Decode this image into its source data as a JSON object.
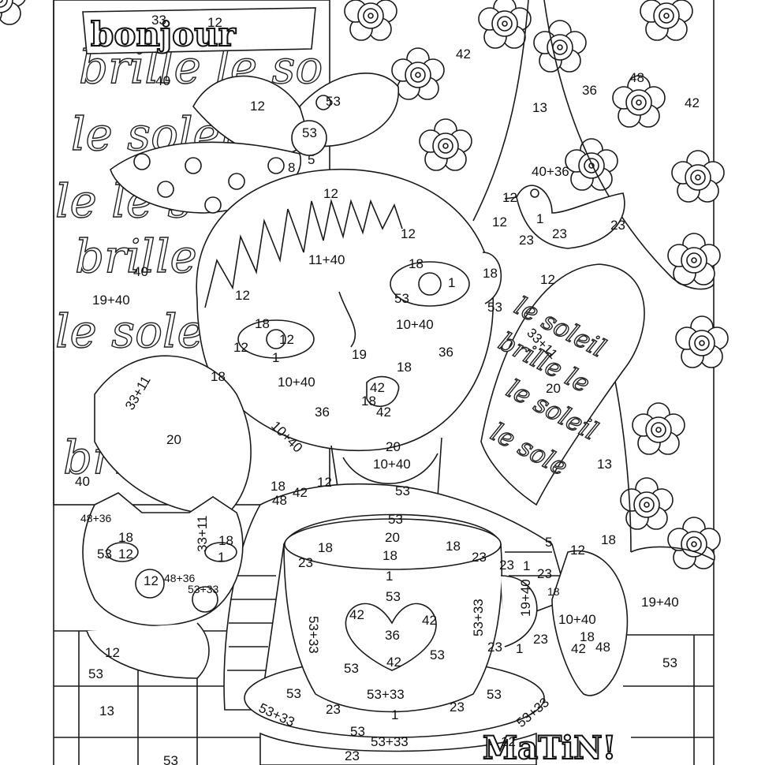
{
  "title": "bonjour",
  "signature": "MaTiN!",
  "script_text": [
    "brille le so",
    "le soleil",
    "le le s",
    "brille",
    "le soleil",
    "brille"
  ],
  "arm_text": [
    "le soleil",
    "brille le",
    "le soleil",
    "le sole"
  ],
  "labels": [
    "33",
    "12",
    "40",
    "12",
    "53",
    "53",
    "8",
    "5",
    "12",
    "42",
    "13",
    "48",
    "36",
    "42",
    "40+36",
    "12",
    "12",
    "1",
    "23",
    "23",
    "23",
    "12",
    "11+40",
    "18",
    "1",
    "53",
    "18",
    "53",
    "12",
    "40",
    "19+40",
    "12",
    "18",
    "10+40",
    "12",
    "12",
    "1",
    "19",
    "36",
    "18",
    "18",
    "33+11",
    "10+40",
    "42",
    "18",
    "42",
    "20",
    "36",
    "20",
    "10+40",
    "33+11",
    "20",
    "13",
    "40",
    "20",
    "10+40",
    "18",
    "12",
    "42",
    "48",
    "53",
    "48+36",
    "18",
    "53",
    "12",
    "18",
    "1",
    "33+11",
    "12",
    "48+36",
    "53+33",
    "53",
    "20",
    "18",
    "18",
    "18",
    "23",
    "23",
    "5",
    "12",
    "18",
    "1",
    "23",
    "23",
    "1",
    "53",
    "42",
    "42",
    "36",
    "53+33",
    "53+33",
    "19+40",
    "18",
    "10+40",
    "19+40",
    "12",
    "53",
    "42",
    "18",
    "53",
    "23",
    "1",
    "23",
    "48",
    "42",
    "53",
    "53",
    "53+33",
    "53",
    "53+33",
    "23",
    "23",
    "13",
    "53+33",
    "1",
    "53",
    "53+33",
    "12",
    "53",
    "23",
    "53"
  ]
}
